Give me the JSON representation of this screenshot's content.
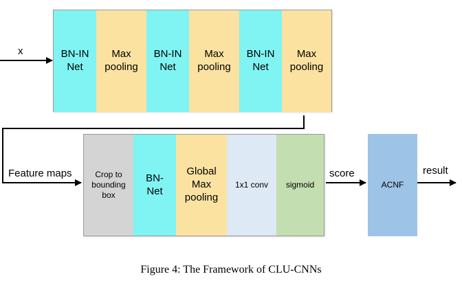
{
  "diagram": {
    "input_label": "x",
    "top_row": [
      {
        "label": "BN-IN\nNet",
        "color": "#80f3f3"
      },
      {
        "label": "Max\npooling",
        "color": "#fbe2a0"
      },
      {
        "label": "BN-IN\nNet",
        "color": "#80f3f3"
      },
      {
        "label": "Max\npooling",
        "color": "#fbe2a0"
      },
      {
        "label": "BN-IN\nNet",
        "color": "#80f3f3"
      },
      {
        "label": "Max\npooling",
        "color": "#fbe2a0"
      }
    ],
    "feature_maps_label": "Feature maps",
    "bottom_row": [
      {
        "label": "Crop to\nbounding\nbox",
        "color": "#d4d4d4"
      },
      {
        "label": "BN-\nNet",
        "color": "#80f3f3"
      },
      {
        "label": "Global\nMax\npooling",
        "color": "#fbe2a0"
      },
      {
        "label": "1x1 conv",
        "color": "#dde9f4"
      },
      {
        "label": "sigmoid",
        "color": "#c3deb0"
      }
    ],
    "score_label": "score",
    "acnf": {
      "label": "ACNF",
      "color": "#9dc3e6"
    },
    "result_label": "result",
    "caption": "Figure 4: The Framework of CLU-CNNs"
  }
}
